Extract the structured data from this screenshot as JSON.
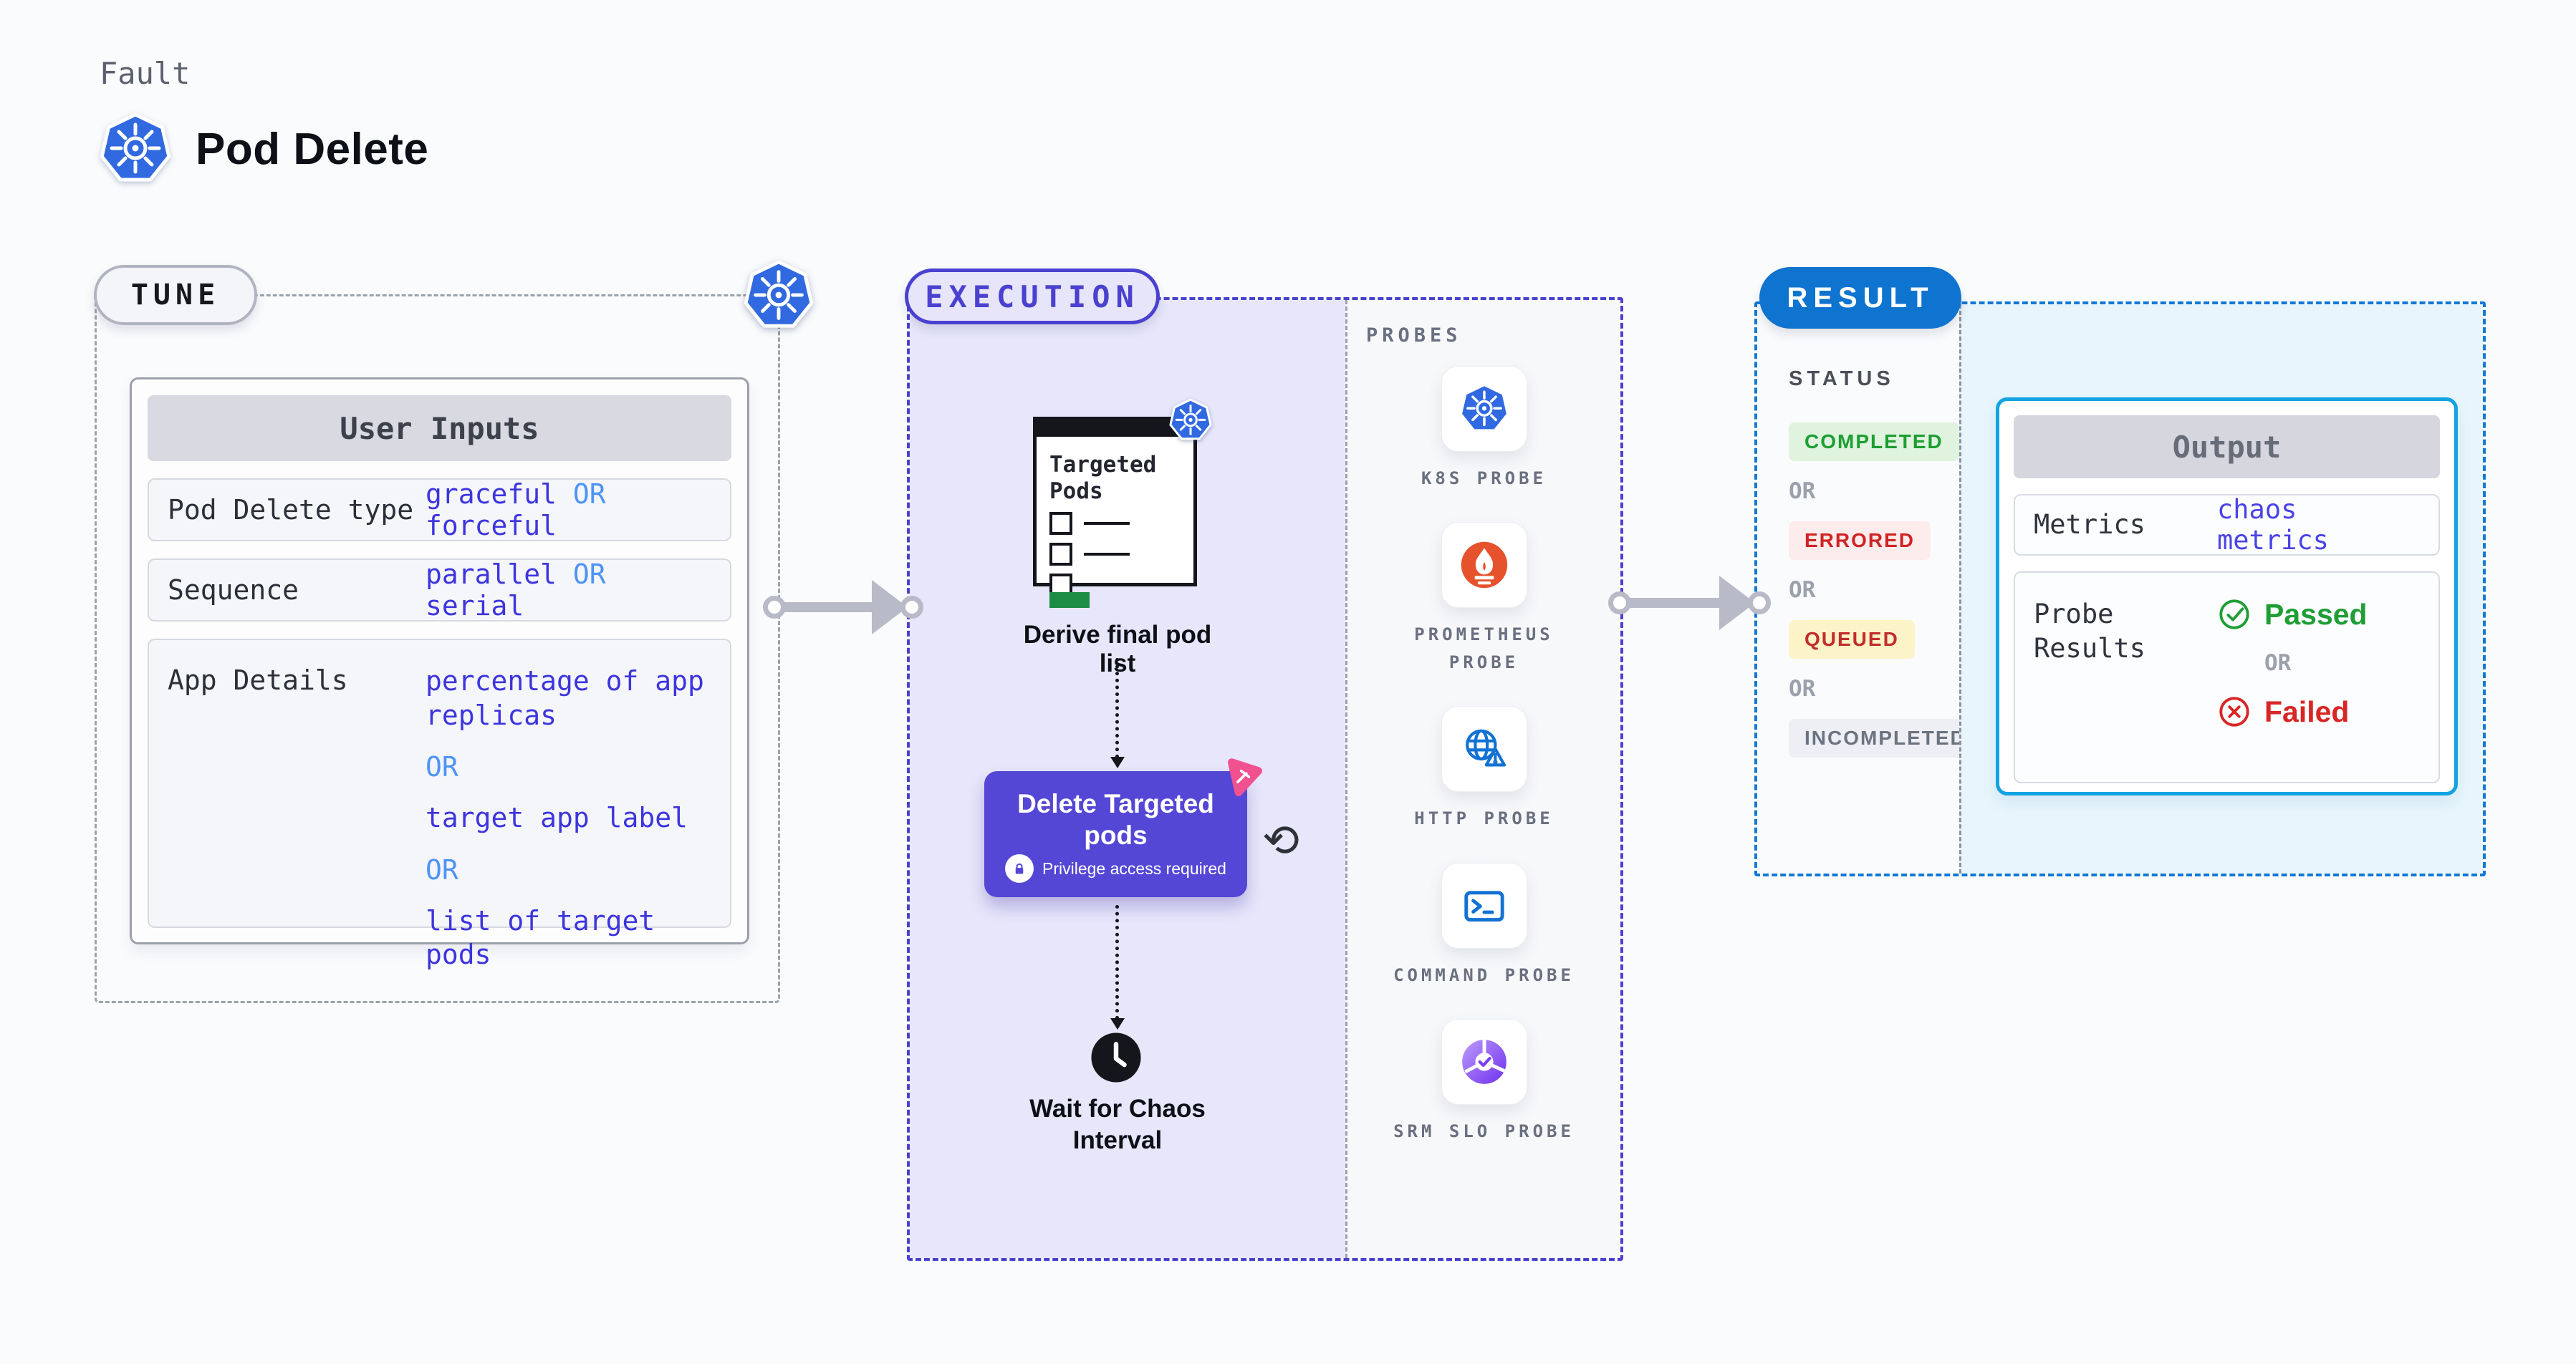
{
  "header": {
    "kicker": "Fault",
    "title": "Pod Delete"
  },
  "tune": {
    "badge": "TUNE",
    "table_header": "User Inputs",
    "rows": [
      {
        "label": "Pod Delete type",
        "v1": "graceful",
        "or": "OR",
        "v2": "forceful"
      },
      {
        "label": "Sequence",
        "v1": "parallel",
        "or": "OR",
        "v2": "serial"
      },
      {
        "label": "App Details",
        "v1": "percentage of app replicas",
        "or1": "OR",
        "v2": "target app label",
        "or2": "OR",
        "v3": "list of target pods"
      }
    ]
  },
  "execution": {
    "badge": "EXECUTION",
    "pods_box_title": "Targeted Pods",
    "derive_label": "Derive final pod list",
    "delete_title": "Delete Targeted pods",
    "privilege_note": "Privilege access required",
    "wait_label": "Wait for Chaos Interval",
    "probes_label": "PROBES",
    "probes": [
      {
        "name": "K8S PROBE",
        "icon": "kubernetes-icon"
      },
      {
        "name": "PROMETHEUS PROBE",
        "icon": "prometheus-icon"
      },
      {
        "name": "HTTP PROBE",
        "icon": "http-globe-icon"
      },
      {
        "name": "COMMAND PROBE",
        "icon": "terminal-icon"
      },
      {
        "name": "SRM SLO PROBE",
        "icon": "slo-gauge-icon"
      }
    ]
  },
  "result": {
    "badge": "RESULT",
    "status_label": "STATUS",
    "or": "OR",
    "statuses": [
      {
        "label": "COMPLETED",
        "tone": "green"
      },
      {
        "label": "ERRORED",
        "tone": "red"
      },
      {
        "label": "QUEUED",
        "tone": "yellow"
      },
      {
        "label": "INCOMPLETED",
        "tone": "gray"
      }
    ],
    "output": {
      "header": "Output",
      "metrics_label": "Metrics",
      "metrics_value": "chaos metrics",
      "probe_label": "Probe Results",
      "passed": "Passed",
      "or": "OR",
      "failed": "Failed"
    }
  },
  "colors": {
    "page_bg": "#fafbfd",
    "kubernetes_blue": "#3069e0",
    "execution_indigo": "#4b41cf",
    "execution_fill": "#e7e6fa",
    "delete_button": "#5447d6",
    "result_blue": "#0f73d0",
    "output_border_cyan": "#13a3e3",
    "result_fill": "#e8f5fc",
    "value_indigo": "#3d35dd",
    "or_light_blue": "#4e93f6",
    "completed_green": "#1d9e31",
    "errored_red": "#d02424",
    "queued_yellow_bg": "#fdf3c8",
    "incompleted_gray": "#6c7380",
    "passed_green": "#1f9e35",
    "failed_red": "#d92525",
    "prometheus_orange": "#e6522c",
    "chaos_pink": "#f1518f",
    "arrow_gray": "#b8bac8"
  }
}
